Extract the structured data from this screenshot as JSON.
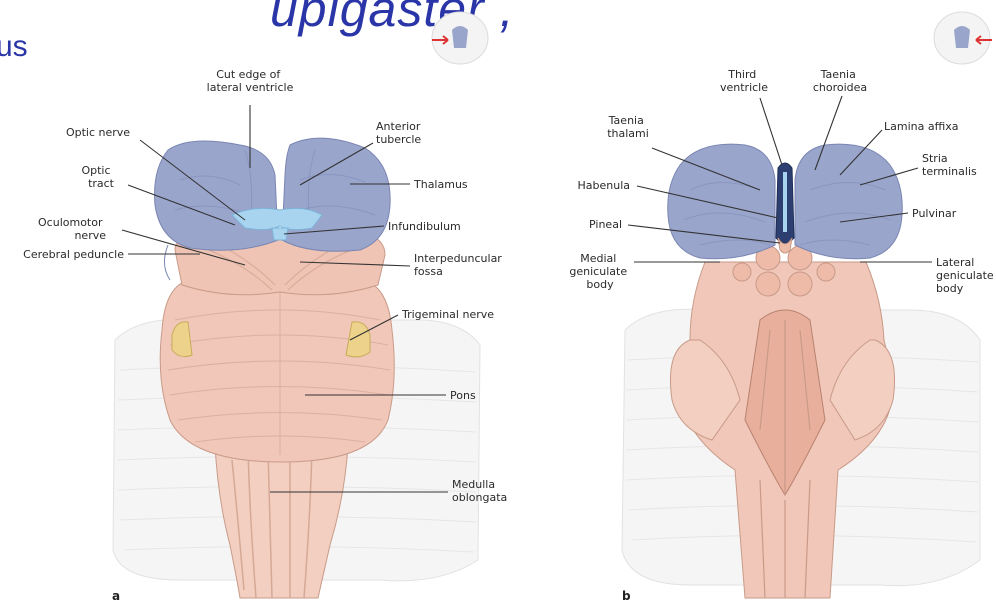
{
  "slide": {
    "title_fragment": "upigaster ,",
    "corner_fragment": "us"
  },
  "panel_a": {
    "letter": "a",
    "labels": {
      "cut_edge": [
        "Cut edge of",
        "lateral ventricle"
      ],
      "optic_nerve": [
        "Optic nerve"
      ],
      "optic_tract": [
        "Optic",
        "tract"
      ],
      "oculomotor": [
        "Oculomotor",
        "nerve"
      ],
      "cerebral_peduncle": [
        "Cerebral peduncle"
      ],
      "anterior_tubercle": [
        "Anterior",
        "tubercle"
      ],
      "thalamus": [
        "Thalamus"
      ],
      "infundibulum": [
        "Infundibulum"
      ],
      "interpeduncular": [
        "Interpeduncular",
        "fossa"
      ],
      "trigeminal": [
        "Trigeminal nerve"
      ],
      "pons": [
        "Pons"
      ],
      "medulla": [
        "Medulla",
        "oblongata"
      ]
    }
  },
  "panel_b": {
    "letter": "b",
    "labels": {
      "third_ventricle": [
        "Third",
        "ventricle"
      ],
      "taenia_choroidea": [
        "Taenia",
        "choroidea"
      ],
      "taenia_thalami": [
        "Taenia",
        "thalami"
      ],
      "lamina_affixa": [
        "Lamina affixa"
      ],
      "stria_terminalis": [
        "Stria",
        "terminalis"
      ],
      "habenula": [
        "Habenula"
      ],
      "pineal": [
        "Pineal"
      ],
      "pulvinar": [
        "Pulvinar"
      ],
      "medial_geniculate": [
        "Medial",
        "geniculate",
        "body"
      ],
      "lateral_geniculate": [
        "Lateral",
        "geniculate",
        "body"
      ]
    }
  },
  "colors": {
    "thalamus_fill": "#9aa5cc",
    "thalamus_stroke": "#7a86b3",
    "brainstem_fill": "#f0c7b8",
    "brainstem_stroke": "#c99a88",
    "ventricle_blue": "#a8d4f0",
    "cerebellum_gray": "#f3f3f3",
    "trigeminal_yellow": "#ecd28a",
    "title_blue": "#2a35a8"
  },
  "icons": [
    "head-orientation-icon-a",
    "head-orientation-icon-b"
  ]
}
